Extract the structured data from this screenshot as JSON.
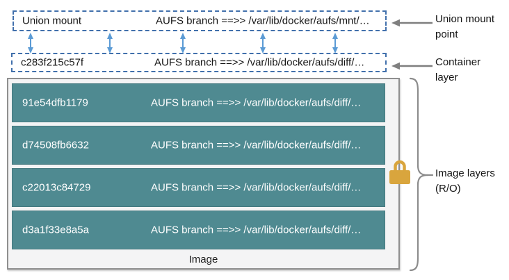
{
  "union_mount_box": {
    "name": "Union mount",
    "branch": "AUFS branch ==>> /var/lib/docker/aufs/mnt/…"
  },
  "container_box": {
    "id": "c283f215c57f",
    "branch": "AUFS branch ==>> /var/lib/docker/aufs/diff/…"
  },
  "image_box": {
    "label": "Image",
    "layers": [
      {
        "id": "91e54dfb1179",
        "branch": "AUFS branch ==>> /var/lib/docker/aufs/diff/…"
      },
      {
        "id": "d74508fb6632",
        "branch": "AUFS branch ==>> /var/lib/docker/aufs/diff/…"
      },
      {
        "id": "c22013c84729",
        "branch": "AUFS branch ==>> /var/lib/docker/aufs/diff/…"
      },
      {
        "id": "d3a1f33e8a5a",
        "branch": "AUFS branch ==>> /var/lib/docker/aufs/diff/…"
      }
    ]
  },
  "annotations": {
    "union_mount_point": "Union mount point",
    "container_layer": "Container layer",
    "image_layers": "Image layers (R/O)"
  },
  "icons": {
    "lock": "lock-icon",
    "double_arrow": "double-arrow-icon",
    "left_arrow": "left-arrow-icon",
    "brace": "curly-brace-icon"
  },
  "colors": {
    "layer_fill": "#4f8a91",
    "dashed_border": "#4170ac",
    "link_arrow": "#5b9bd5",
    "annotation_gray": "#7f7f7f",
    "lock_gold": "#d9a53d",
    "image_box_fill": "#f4f4f5"
  }
}
